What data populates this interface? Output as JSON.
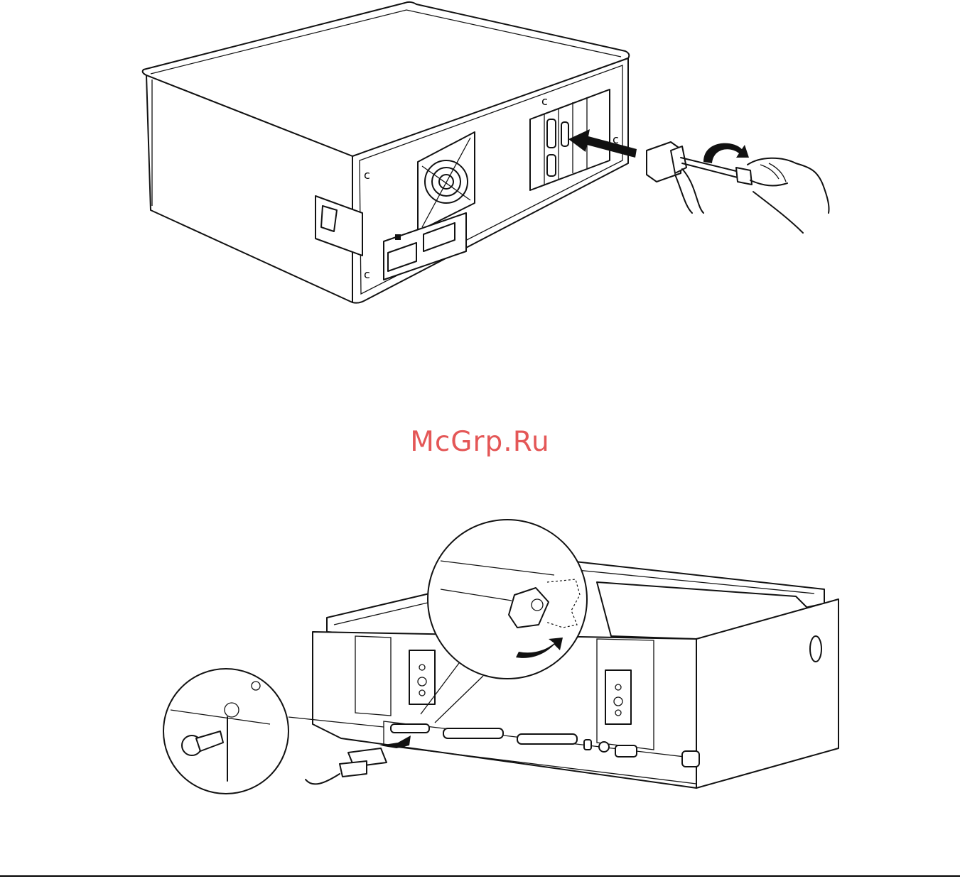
{
  "watermark": {
    "text": "McGrp.Ru",
    "color": "#e03a3a"
  },
  "illustrations": [
    {
      "name": "computer-rear-cable-connection",
      "caption": ""
    },
    {
      "name": "scanner-rear-cable-connection",
      "caption": ""
    }
  ]
}
